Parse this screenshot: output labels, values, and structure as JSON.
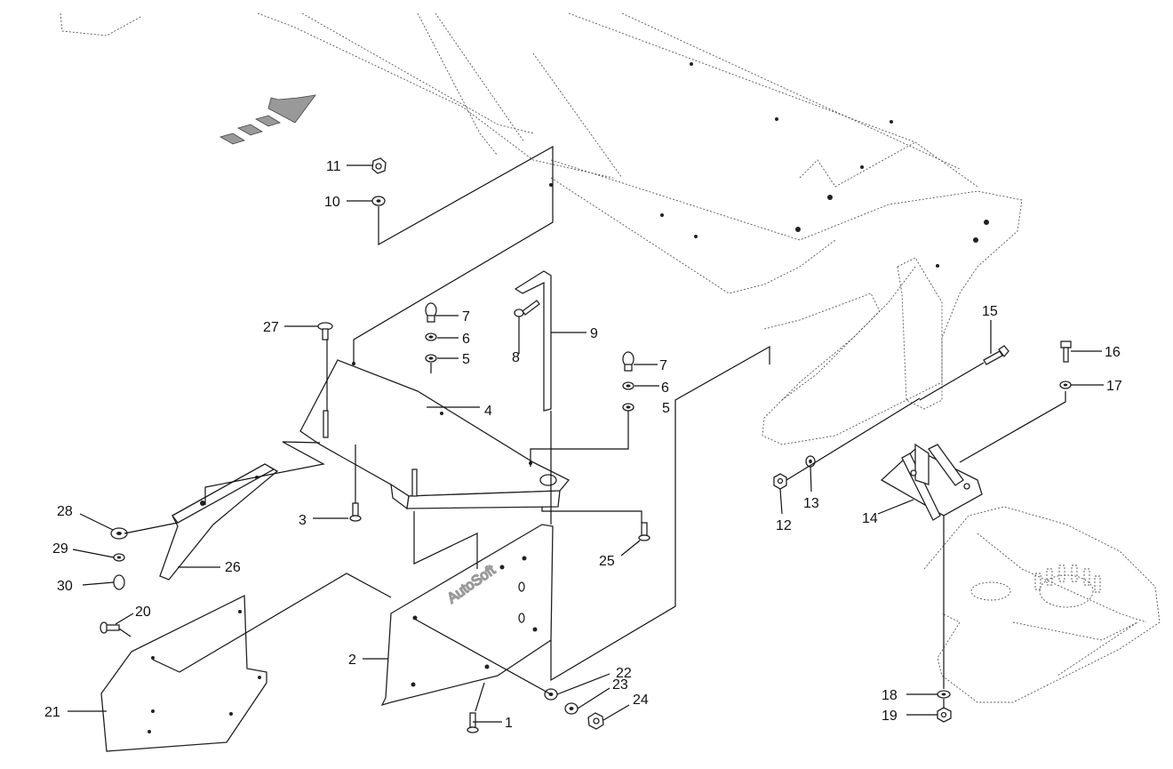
{
  "watermark": "AutoSoft",
  "callouts": [
    {
      "id": "c1",
      "label": "1"
    },
    {
      "id": "c2",
      "label": "2"
    },
    {
      "id": "c3",
      "label": "3"
    },
    {
      "id": "c4",
      "label": "4"
    },
    {
      "id": "c5a",
      "label": "5"
    },
    {
      "id": "c5b",
      "label": "5"
    },
    {
      "id": "c6a",
      "label": "6"
    },
    {
      "id": "c6b",
      "label": "6"
    },
    {
      "id": "c7a",
      "label": "7"
    },
    {
      "id": "c7b",
      "label": "7"
    },
    {
      "id": "c8",
      "label": "8"
    },
    {
      "id": "c9",
      "label": "9"
    },
    {
      "id": "c10",
      "label": "10"
    },
    {
      "id": "c11",
      "label": "11"
    },
    {
      "id": "c12",
      "label": "12"
    },
    {
      "id": "c13",
      "label": "13"
    },
    {
      "id": "c14",
      "label": "14"
    },
    {
      "id": "c15",
      "label": "15"
    },
    {
      "id": "c16",
      "label": "16"
    },
    {
      "id": "c17",
      "label": "17"
    },
    {
      "id": "c18",
      "label": "18"
    },
    {
      "id": "c19",
      "label": "19"
    },
    {
      "id": "c20",
      "label": "20"
    },
    {
      "id": "c21",
      "label": "21"
    },
    {
      "id": "c22",
      "label": "22"
    },
    {
      "id": "c23",
      "label": "23"
    },
    {
      "id": "c24",
      "label": "24"
    },
    {
      "id": "c25",
      "label": "25"
    },
    {
      "id": "c26",
      "label": "26"
    },
    {
      "id": "c27",
      "label": "27"
    },
    {
      "id": "c28",
      "label": "28"
    },
    {
      "id": "c29",
      "label": "29"
    },
    {
      "id": "c30",
      "label": "30"
    }
  ]
}
